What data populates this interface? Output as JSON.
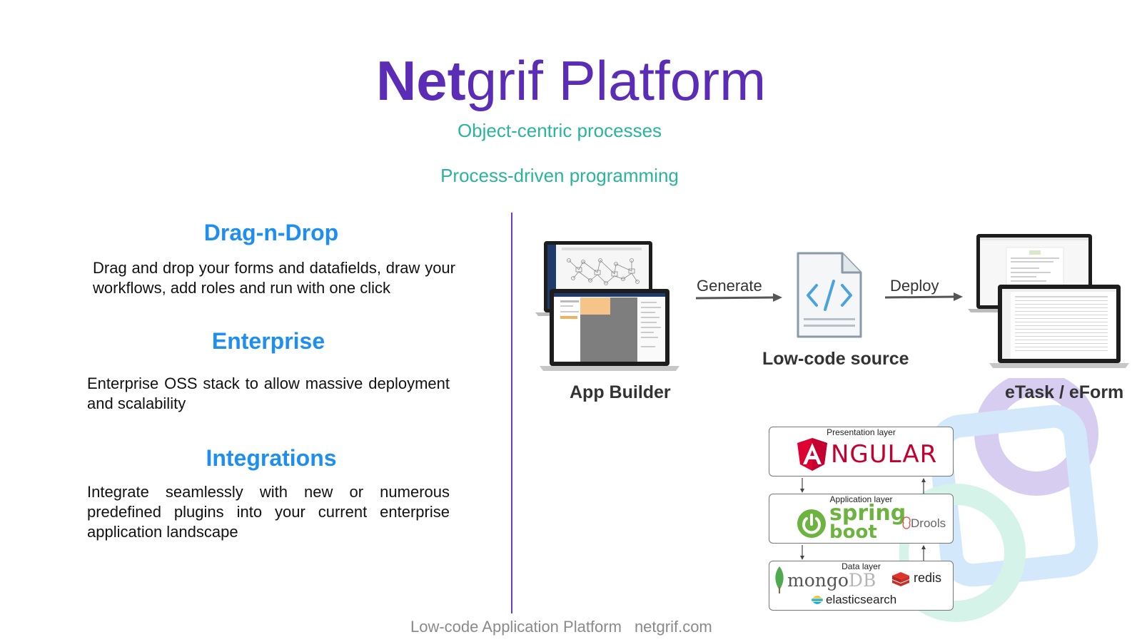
{
  "header": {
    "title_bold": "Net",
    "title_rest": "grif Platform",
    "subtitle_1": "Object-centric processes",
    "subtitle_2": "Process-driven programming"
  },
  "features": [
    {
      "title": "Drag-n-Drop",
      "text": "Drag and drop your forms and datafields, draw your workflows, add roles and run with one click"
    },
    {
      "title": "Enterprise",
      "text": "Enterprise OSS stack to allow massive deployment and scalability"
    },
    {
      "title": "Integrations",
      "text": "Integrate seamlessly with new or numerous predefined plugins into your current enterprise application landscape"
    }
  ],
  "flow": {
    "app_builder": "App Builder",
    "generate": "Generate",
    "low_code_source": "Low-code source",
    "deploy": "Deploy",
    "etask": "eTask / eForm"
  },
  "stack": {
    "presentation_layer": "Presentation layer",
    "angular": "NGULAR",
    "application_layer": "Application layer",
    "spring": "spring",
    "boot": "boot",
    "drools": "Drools",
    "data_layer": "Data layer",
    "mongo": "mongo",
    "mongo_db": "DB",
    "redis": "redis",
    "elasticsearch": "elasticsearch"
  },
  "footer": {
    "tagline": "Low-code Application Platform",
    "site": "netgrif.com"
  },
  "colors": {
    "title": "#5b2db6",
    "subtitle": "#2bb39b",
    "feature_title": "#1e8ff0",
    "divider": "#6a3cc2"
  }
}
